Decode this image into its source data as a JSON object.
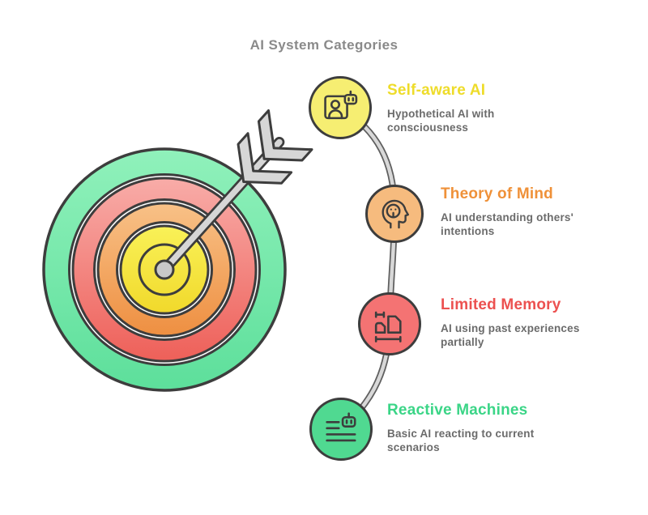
{
  "title": "AI System Categories",
  "palette": {
    "outline": "#3d3d3d",
    "title_color": "#8a8a8a",
    "desc_color": "#6b6b6b",
    "connector_light": "#d8d8d8",
    "connector_dark": "#5f5f5f",
    "arrow_fill": "#d6d6d6",
    "target": {
      "green_light": "#90f1bb",
      "green_dark": "#5ddf9b",
      "red_light": "#f8aca8",
      "red_dark": "#ee6059",
      "orange_light": "#f8c187",
      "orange_dark": "#ee8f41",
      "yellow_light": "#f9f158",
      "yellow_dark": "#f1d92b",
      "center_dot": "#c9c9c9"
    }
  },
  "categories": [
    {
      "name": "Self-aware AI",
      "description": "Hypothetical AI with\nconsciousness",
      "accent": "#eedc2a",
      "node_fill": "#f6ee72",
      "icon": "id-badge-robot-icon"
    },
    {
      "name": "Theory of Mind",
      "description": "AI understanding others'\nintentions",
      "accent": "#ef9139",
      "node_fill": "#f6bb7e",
      "icon": "head-mind-icon"
    },
    {
      "name": "Limited Memory",
      "description": "AI using past experiences\npartially",
      "accent": "#ec5150",
      "node_fill": "#f47373",
      "icon": "memory-cards-icon"
    },
    {
      "name": "Reactive Machines",
      "description": "Basic AI reacting to current\nscenarios",
      "accent": "#3bd587",
      "node_fill": "#50d991",
      "icon": "list-robot-icon"
    }
  ]
}
